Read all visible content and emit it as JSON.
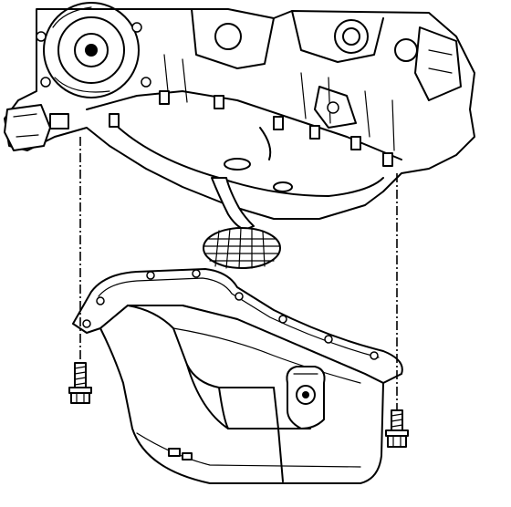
{
  "diagram": {
    "parts": [
      {
        "id": "engine-block",
        "label": ""
      },
      {
        "id": "oil-pump-pickup-screen",
        "label": ""
      },
      {
        "id": "oil-pan",
        "label": ""
      },
      {
        "id": "oil-pan-bolt-left",
        "label": ""
      },
      {
        "id": "oil-pan-bolt-right",
        "label": ""
      }
    ],
    "colors": {
      "ink": "#000000",
      "paper": "#ffffff"
    }
  }
}
